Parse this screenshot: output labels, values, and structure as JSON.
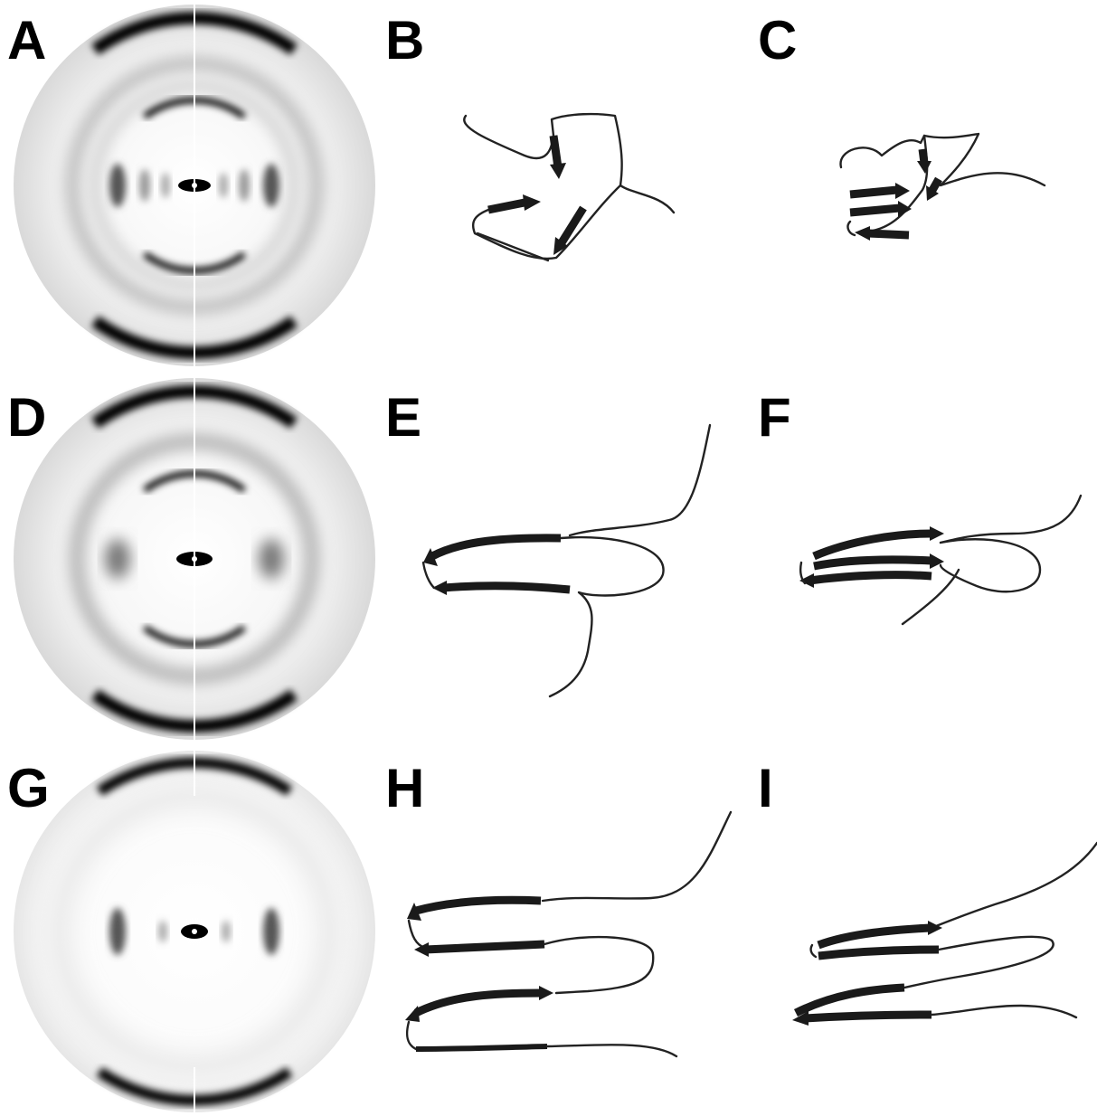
{
  "panels": [
    {
      "id": "A",
      "kind": "fiber-diffraction-pattern"
    },
    {
      "id": "B",
      "kind": "ribbon-structure"
    },
    {
      "id": "C",
      "kind": "ribbon-structure"
    },
    {
      "id": "D",
      "kind": "fiber-diffraction-pattern"
    },
    {
      "id": "E",
      "kind": "ribbon-structure"
    },
    {
      "id": "F",
      "kind": "ribbon-structure"
    },
    {
      "id": "G",
      "kind": "fiber-diffraction-pattern"
    },
    {
      "id": "H",
      "kind": "ribbon-structure"
    },
    {
      "id": "I",
      "kind": "ribbon-structure"
    }
  ],
  "labels": {
    "A": "A",
    "B": "B",
    "C": "C",
    "D": "D",
    "E": "E",
    "F": "F",
    "G": "G",
    "H": "H",
    "I": "I"
  },
  "colors": {
    "background": "#ffffff",
    "ink": "#000000",
    "ribbon": "#1a1a1a"
  }
}
